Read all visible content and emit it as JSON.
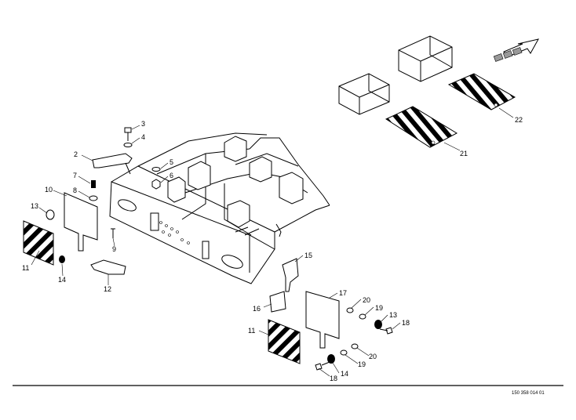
{
  "drawing_number": "150 358 014 01",
  "callouts": [
    {
      "id": "c1",
      "label": "3"
    },
    {
      "id": "c2",
      "label": "4"
    },
    {
      "id": "c3",
      "label": "2"
    },
    {
      "id": "c4",
      "label": "5"
    },
    {
      "id": "c5",
      "label": "6"
    },
    {
      "id": "c6",
      "label": "7"
    },
    {
      "id": "c7",
      "label": "8"
    },
    {
      "id": "c8",
      "label": "10"
    },
    {
      "id": "c9",
      "label": "13"
    },
    {
      "id": "c10",
      "label": "9"
    },
    {
      "id": "c11",
      "label": "11"
    },
    {
      "id": "c12",
      "label": "14"
    },
    {
      "id": "c13",
      "label": "12"
    },
    {
      "id": "c14",
      "label": "22"
    },
    {
      "id": "c15",
      "label": "21"
    },
    {
      "id": "c16",
      "label": "15"
    },
    {
      "id": "c17",
      "label": "16"
    },
    {
      "id": "c18",
      "label": "17"
    },
    {
      "id": "c19",
      "label": "20"
    },
    {
      "id": "c20",
      "label": "19"
    },
    {
      "id": "c21",
      "label": "13"
    },
    {
      "id": "c22",
      "label": "18"
    },
    {
      "id": "c23",
      "label": "11"
    },
    {
      "id": "c24",
      "label": "19"
    },
    {
      "id": "c25",
      "label": "20"
    },
    {
      "id": "c26",
      "label": "14"
    },
    {
      "id": "c27",
      "label": "18"
    }
  ]
}
